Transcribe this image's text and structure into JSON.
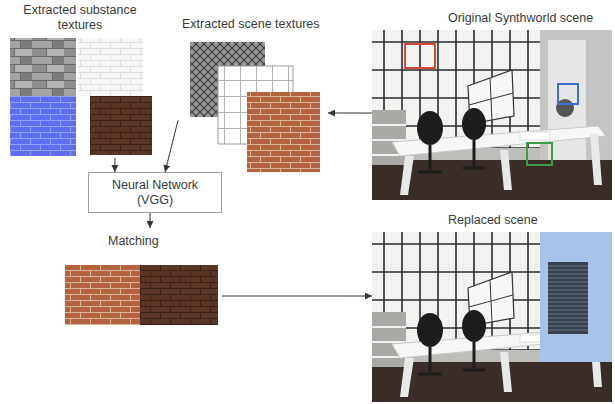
{
  "diagram": {
    "nodes": [
      {
        "text": [
          "Extracted substance textures"
        ]
      },
      {
        "text": [
          "Extracted scene textures"
        ]
      },
      {
        "text": [
          "Original Synthworld scene"
        ]
      },
      {
        "text": [
          "Neural Network (VGG)"
        ]
      },
      {
        "text": [
          "Matching"
        ]
      },
      {
        "text": [
          "Replaced scene"
        ]
      }
    ],
    "edges": [
      {
        "from": 0,
        "to": 3,
        "arrow": "to"
      },
      {
        "from": 1,
        "to": 3,
        "arrow": "to"
      },
      {
        "from": 2,
        "to": 1,
        "arrow": "to"
      },
      {
        "from": 3,
        "to": 4,
        "arrow": "to"
      },
      {
        "from": 4,
        "to": 5,
        "arrow": "to"
      }
    ]
  }
}
